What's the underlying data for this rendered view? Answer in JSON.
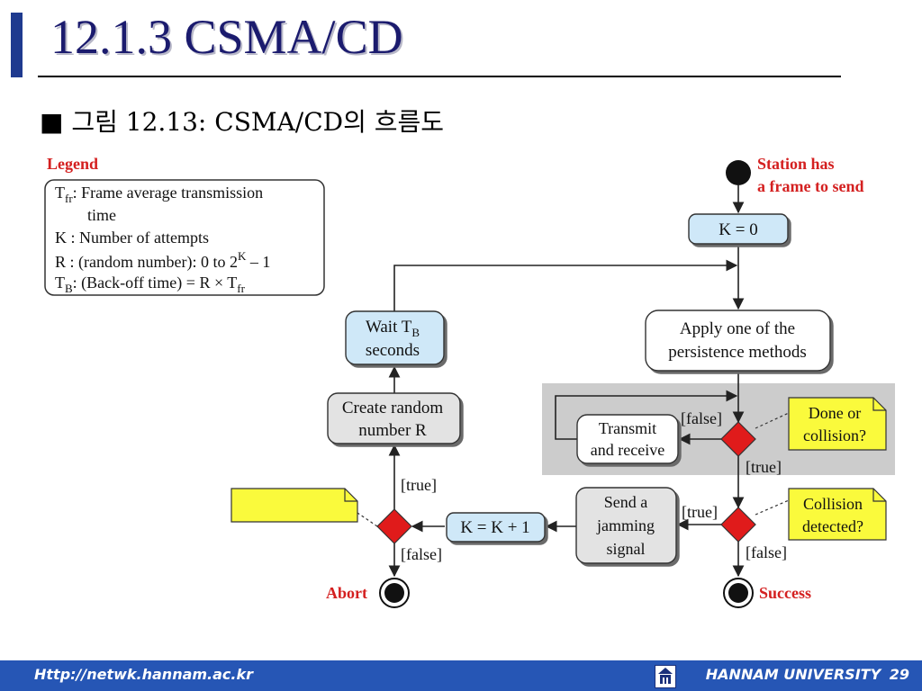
{
  "slide": {
    "title": "12.1.3 CSMA/CD",
    "subtitle": "■ 그림 12.13: CSMA/CD의 흐름도"
  },
  "legend": {
    "heading": "Legend",
    "tfr": {
      "sym": "T",
      "sub": "fr",
      "text": ": Frame average transmission",
      "cont": "time"
    },
    "k": "K  : Number of attempts",
    "r": {
      "text": "R  : (random number): 0 to 2",
      "sup": "K",
      "tail": " – 1"
    },
    "tb": {
      "sym": "T",
      "sub": "B",
      "text": ": (Back-off time) = R × T",
      "sub2": "fr"
    }
  },
  "flow": {
    "start_label_1": "Station has",
    "start_label_2": "a frame to send",
    "k0": "K = 0",
    "apply_1": "Apply one of the",
    "apply_2": "persistence methods",
    "transmit_1": "Transmit",
    "transmit_2": "and receive",
    "false_1": "[false]",
    "true_1": "[true]",
    "done_1": "Done or",
    "done_2": "collision?",
    "collision_1": "Collision",
    "collision_2": "detected?",
    "true_2": "[true]",
    "false_2": "[false]",
    "jam_1": "Send a",
    "jam_2": "jamming",
    "jam_3": "signal",
    "kinc": "K = K + 1",
    "true_3": "[true]",
    "false_3": "[false]",
    "random_1": "Create random",
    "random_2": "number R",
    "wait_1": "Wait T",
    "wait_sub": "B",
    "wait_2": "seconds",
    "abort": "Abort",
    "success": "Success"
  },
  "footer": {
    "url": "Http://netwk.hannam.ac.kr",
    "university": "HANNAM  UNIVERSITY",
    "page": "29"
  },
  "colors": {
    "footer_bg": "#2656b5",
    "title_text": "#1b1b6e",
    "action_fill_blue": "#cfe8f8",
    "action_fill_gray": "#e3e3e3",
    "decision_red": "#e01b1b",
    "note_yellow": "#fafa3c",
    "label_red": "#d42020",
    "loop_band": "#cccccc"
  }
}
